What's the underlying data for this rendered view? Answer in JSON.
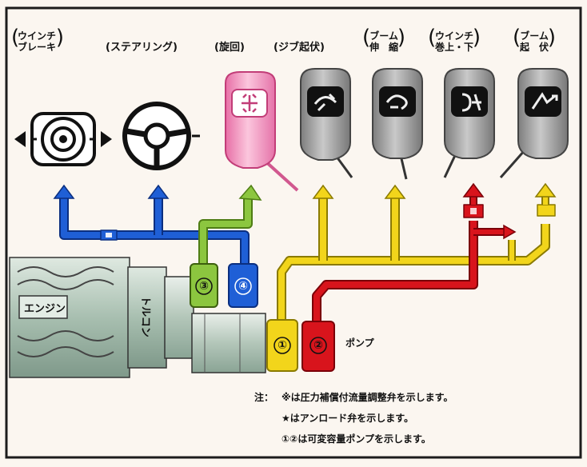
{
  "labels": {
    "winch_brake_line1": "ウインチ",
    "winch_brake_line2": "ブレーキ",
    "steering": "(ステアリング)",
    "slewing": "(旋回)",
    "jib_luffing": "(ジブ起伏)",
    "boom_telescope_line1": "ブーム",
    "boom_telescope_line2": "伸　縮",
    "winch_hoist_line1": "ウインチ",
    "winch_hoist_line2": "巻上・下",
    "boom_luffing_line1": "ブーム",
    "boom_luffing_line2": "起　伏"
  },
  "components": {
    "engine": "エンジン",
    "torque_converter": "トルコン",
    "pump": "ポンプ",
    "pump_1": "①",
    "pump_2": "②",
    "pump_3": "③",
    "pump_4": "④"
  },
  "notes": {
    "prefix": "注：",
    "line1": "※は圧力補償付流量調整弁を示します。",
    "line2": "★はアンロード弁を示します。",
    "line3": "①②は可変容量ポンプを示します。"
  },
  "colors": {
    "blue_circuit": "#1f5fd6",
    "green_circuit": "#8cc63f",
    "yellow_circuit": "#f2d51b",
    "red_circuit": "#d8141c",
    "pink_lever": "#f4a6c8",
    "gray_lever": "#a9a9a9",
    "engine_green": "#b8cdbf",
    "frame": "#1c1c1c"
  }
}
